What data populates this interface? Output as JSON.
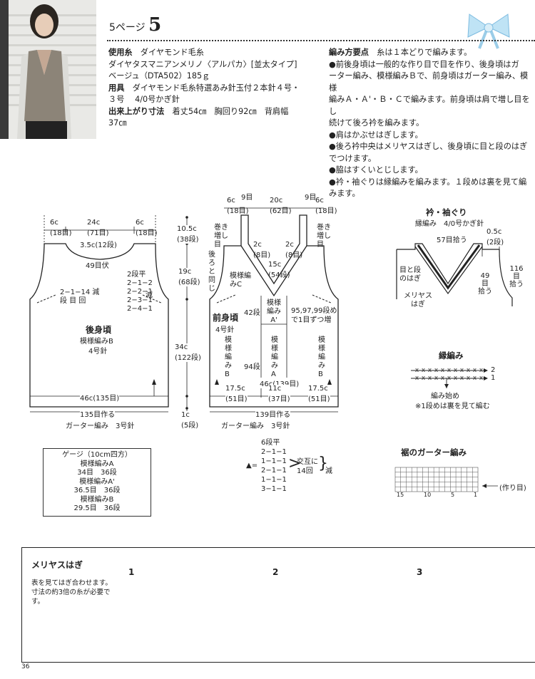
{
  "header": {
    "page_prefix": "5ページ",
    "page_number": "5"
  },
  "materials": {
    "yarn_label": "使用糸",
    "yarn_line1": "ダイヤモンド毛糸",
    "yarn_line2": "ダイヤタスマニアンメリノ〈アルパカ〉[並太タイプ]",
    "yarn_line3": "ベージュ（DTA502）185ｇ",
    "tools_label": "用具",
    "tools_line1": "ダイヤモンド毛糸特選あみ針玉付２本針４号・",
    "tools_line2": "３号　 4/0号かぎ針",
    "size_label": "出来上がり寸法",
    "size_line1": "着丈54㎝　胸回り92㎝　背肩幅",
    "size_line2": "37㎝"
  },
  "points": {
    "label": "編み方要点",
    "intro": "糸は１本どりで編みます。",
    "p1a": "●前後身頃は一般的な作り目で目を作り、後身頃はガ",
    "p1b": "ーター編み、模様編みＢで、前身頃はガーター編み、模様",
    "p1c": "編みＡ・Ａ'・Ｂ・Ｃで編みます。前身頃は肩で増し目をし",
    "p1d": "続けて後ろ衿を編みます。",
    "p2": "●肩はかぶせはぎします。",
    "p3a": "●後ろ衿中央はメリヤスはぎし、後身頃に目と段のはぎ",
    "p3b": "でつけます。",
    "p4": "●脇はすくいとじします。",
    "p5a": "●衿・袖ぐりは縁編みを編みます。１段めは裏を見て編",
    "p5b": "みます。"
  },
  "back": {
    "top_left": "6c",
    "top_left_rows": "(18目)",
    "top_mid": "24c",
    "top_mid_rows": "(71目)",
    "top_right": "6c",
    "top_right_rows": "(18目)",
    "neck_depth": "3.5c(12段)",
    "neck_bind": "49目伏",
    "dec_l1": "2段平",
    "dec_l2": "2−1−2",
    "dec_l3": "2−2−1",
    "dec_l4": "2−3−1",
    "dec_l5": "2−4−1",
    "dec_side": "減",
    "dec_row1": "2−1−14 減",
    "dec_row2": "段 目 回",
    "title": "後身頃",
    "pattern": "模様編みB",
    "needle": "4号針",
    "bottom_width": "46c(135目)",
    "cast_on": "135目作る",
    "garter": "ガーター編み　3号針"
  },
  "heights": {
    "h1": "10.5c",
    "h1r": "(38段)",
    "h2": "19c",
    "h2r": "(68段)",
    "h3": "34c",
    "h3r": "(122段)",
    "h4": "1c",
    "h4r": "(5段)"
  },
  "front": {
    "t1": "6c",
    "t1r": "(18目)",
    "t2": "9目",
    "t3": "20c",
    "t3r": "(62目)",
    "t4": "9目",
    "t5": "6c",
    "t5r": "(18目)",
    "inc_l": "巻き増し目",
    "inc_r": "巻き増し目",
    "back_same": "後ろと同じ",
    "c2l": "2c",
    "c2lr": "(8目)",
    "c2r": "2c",
    "c2rr": "(8目)",
    "c15": "15c",
    "c15r": "(54段)",
    "patC": "模様編みC",
    "patA2": "模様編みA'",
    "rows42": "42段",
    "inc_note1": "95,97,99段め",
    "inc_note2": "で1目ずつ増",
    "title": "前身頃",
    "needle": "4号針",
    "patB_l": "模様編みB",
    "patA": "模様編みA",
    "patB_r": "模様編みB",
    "rows94": "94段",
    "bottom_total": "46c(139目)",
    "b1": "17.5c",
    "b1r": "(51目)",
    "b2": "11c",
    "b2r": "(37目)",
    "b3": "17.5c",
    "b3r": "(51目)",
    "cast_on": "139目作る",
    "garter": "ガーター編み　3号針"
  },
  "neck": {
    "title": "衿・袖ぐり",
    "subtitle": "縁編み　4/0号かぎ針",
    "pick57": "57目拾う",
    "w": "0.5c",
    "wr": "(2段)",
    "left1": "目と段",
    "left2": "のはぎ",
    "meri1": "メリヤス",
    "meri2": "はぎ",
    "pick49a": "49",
    "pick49b": "目",
    "pick49c": "拾う",
    "pick116a": "116",
    "pick116b": "目",
    "pick116c": "拾う"
  },
  "edge": {
    "title": "縁編み",
    "row2": "2",
    "row1": "1",
    "start": "編み始め",
    "note": "※1段めは裏を見て編む"
  },
  "gauge": {
    "title": "ゲージ（10cm四方）",
    "a": "模様編みA",
    "a_v": "34目　36段",
    "a2": "模様編みA'",
    "a2_v": "36.5目　36段",
    "b": "模様編みB",
    "b_v": "29.5目　36段"
  },
  "decrease": {
    "l1": "6段平",
    "l2": "2−1−1",
    "l3": "1−1−1",
    "l4": "2−1−1",
    "l5": "1−1−1",
    "l6": "3−1−1",
    "note1": "交互に",
    "note2": "14回",
    "dec": "減"
  },
  "hem": {
    "title": "裾のガーター編み",
    "n15": "15",
    "n10": "10",
    "n5": "5",
    "n1": "1",
    "cast": "(作り目)"
  },
  "grafting": {
    "title": "メリヤスはぎ",
    "desc1": "表を見てはぎ合わせます。",
    "desc2": "寸法の約3倍の糸が必要で",
    "desc3": "す。",
    "s1": "1",
    "s2": "2",
    "s3": "3"
  },
  "footer": {
    "page": "36"
  }
}
